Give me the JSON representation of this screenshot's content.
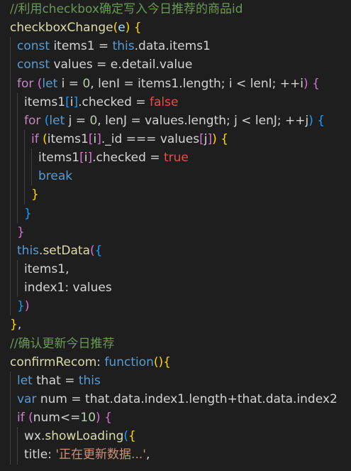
{
  "editor": {
    "lines": [
      {
        "indent": 0,
        "tokens": [
          [
            "//利用checkbox确定写入今日推荐的商品id",
            "comment"
          ]
        ]
      },
      {
        "indent": 0,
        "tokens": [
          [
            "checkboxChange",
            "func"
          ],
          [
            "(",
            "br1"
          ],
          [
            "e",
            "var"
          ],
          [
            ")",
            "br1"
          ],
          [
            " ",
            "plain"
          ],
          [
            "{",
            "br1"
          ]
        ]
      },
      {
        "indent": 1,
        "tokens": [
          [
            "const",
            "keyword"
          ],
          [
            " items1 = ",
            "plain"
          ],
          [
            "this",
            "this"
          ],
          [
            ".data.items1",
            "plain"
          ]
        ]
      },
      {
        "indent": 1,
        "tokens": [
          [
            "const",
            "keyword"
          ],
          [
            " values = e.detail.value",
            "plain"
          ]
        ]
      },
      {
        "indent": 1,
        "tokens": [
          [
            "for",
            "ctrl"
          ],
          [
            " ",
            "plain"
          ],
          [
            "(",
            "br2"
          ],
          [
            "let",
            "keyword"
          ],
          [
            " i = ",
            "plain"
          ],
          [
            "0",
            "num"
          ],
          [
            ", lenI = items1.length; i < lenI; ++i",
            "plain"
          ],
          [
            ")",
            "br2"
          ],
          [
            " ",
            "plain"
          ],
          [
            "{",
            "br2"
          ]
        ]
      },
      {
        "indent": 2,
        "tokens": [
          [
            "items1",
            "plain"
          ],
          [
            "[",
            "br3"
          ],
          [
            "i",
            "plain"
          ],
          [
            "]",
            "br3"
          ],
          [
            ".checked = ",
            "plain"
          ],
          [
            "false",
            "bool"
          ]
        ]
      },
      {
        "indent": 2,
        "tokens": [
          [
            "for",
            "ctrl"
          ],
          [
            " ",
            "plain"
          ],
          [
            "(",
            "br3"
          ],
          [
            "let",
            "keyword"
          ],
          [
            " j = ",
            "plain"
          ],
          [
            "0",
            "num"
          ],
          [
            ", lenJ = values.length; j < lenJ; ++j",
            "plain"
          ],
          [
            ")",
            "br3"
          ],
          [
            " ",
            "plain"
          ],
          [
            "{",
            "br3"
          ]
        ]
      },
      {
        "indent": 3,
        "tokens": [
          [
            "if",
            "ctrl"
          ],
          [
            " ",
            "plain"
          ],
          [
            "(",
            "br1"
          ],
          [
            "items1",
            "plain"
          ],
          [
            "[",
            "br2"
          ],
          [
            "i",
            "plain"
          ],
          [
            "]",
            "br2"
          ],
          [
            "._id === values",
            "plain"
          ],
          [
            "[",
            "br2"
          ],
          [
            "j",
            "plain"
          ],
          [
            "]",
            "br2"
          ],
          [
            ")",
            "br1"
          ],
          [
            " ",
            "plain"
          ],
          [
            "{",
            "br1"
          ]
        ]
      },
      {
        "indent": 4,
        "tokens": [
          [
            "items1",
            "plain"
          ],
          [
            "[",
            "br2"
          ],
          [
            "i",
            "plain"
          ],
          [
            "]",
            "br2"
          ],
          [
            ".checked = ",
            "plain"
          ],
          [
            "true",
            "bool"
          ]
        ]
      },
      {
        "indent": 4,
        "tokens": [
          [
            "break",
            "keyword"
          ]
        ]
      },
      {
        "indent": 3,
        "tokens": [
          [
            "}",
            "br1"
          ]
        ]
      },
      {
        "indent": 2,
        "tokens": [
          [
            "}",
            "br3"
          ]
        ]
      },
      {
        "indent": 1,
        "tokens": [
          [
            "}",
            "br2"
          ]
        ]
      },
      {
        "indent": 1,
        "tokens": [
          [
            "this",
            "this"
          ],
          [
            ".",
            "plain"
          ],
          [
            "setData",
            "method"
          ],
          [
            "(",
            "br2"
          ],
          [
            "{",
            "br3"
          ]
        ]
      },
      {
        "indent": 2,
        "tokens": [
          [
            "items1,",
            "plain"
          ]
        ]
      },
      {
        "indent": 2,
        "tokens": [
          [
            "index1: values",
            "plain"
          ]
        ]
      },
      {
        "indent": 1,
        "tokens": [
          [
            "}",
            "br3"
          ],
          [
            ")",
            "br2"
          ]
        ]
      },
      {
        "indent": 0,
        "tokens": [
          [
            "}",
            "br1"
          ],
          [
            ",",
            "plain"
          ]
        ]
      },
      {
        "indent": 0,
        "tokens": [
          [
            "//确认更新今日推荐",
            "comment"
          ]
        ]
      },
      {
        "indent": 0,
        "tokens": [
          [
            "confirmRecom",
            "func"
          ],
          [
            ": ",
            "plain"
          ],
          [
            "function",
            "keyword"
          ],
          [
            "(",
            "br1"
          ],
          [
            ")",
            "br1"
          ],
          [
            "{",
            "br1"
          ]
        ]
      },
      {
        "indent": 1,
        "tokens": [
          [
            "let",
            "keyword"
          ],
          [
            " that = ",
            "plain"
          ],
          [
            "this",
            "this"
          ]
        ]
      },
      {
        "indent": 1,
        "tokens": [
          [
            "var",
            "keyword"
          ],
          [
            " num = that.data.index1.length+that.data.index2",
            "plain"
          ]
        ]
      },
      {
        "indent": 1,
        "tokens": [
          [
            "if",
            "ctrl"
          ],
          [
            " ",
            "plain"
          ],
          [
            "(",
            "br2"
          ],
          [
            "num<=",
            "plain"
          ],
          [
            "10",
            "num"
          ],
          [
            ")",
            "br2"
          ],
          [
            " ",
            "plain"
          ],
          [
            "{",
            "br2"
          ]
        ]
      },
      {
        "indent": 2,
        "tokens": [
          [
            "wx.",
            "plain"
          ],
          [
            "showLoading",
            "method"
          ],
          [
            "(",
            "br3"
          ],
          [
            "{",
            "br1"
          ]
        ]
      },
      {
        "indent": 2,
        "tokens": [
          [
            "title: ",
            "plain"
          ],
          [
            "'正在更新数据...'",
            "str"
          ],
          [
            ",",
            "plain"
          ]
        ]
      }
    ]
  }
}
